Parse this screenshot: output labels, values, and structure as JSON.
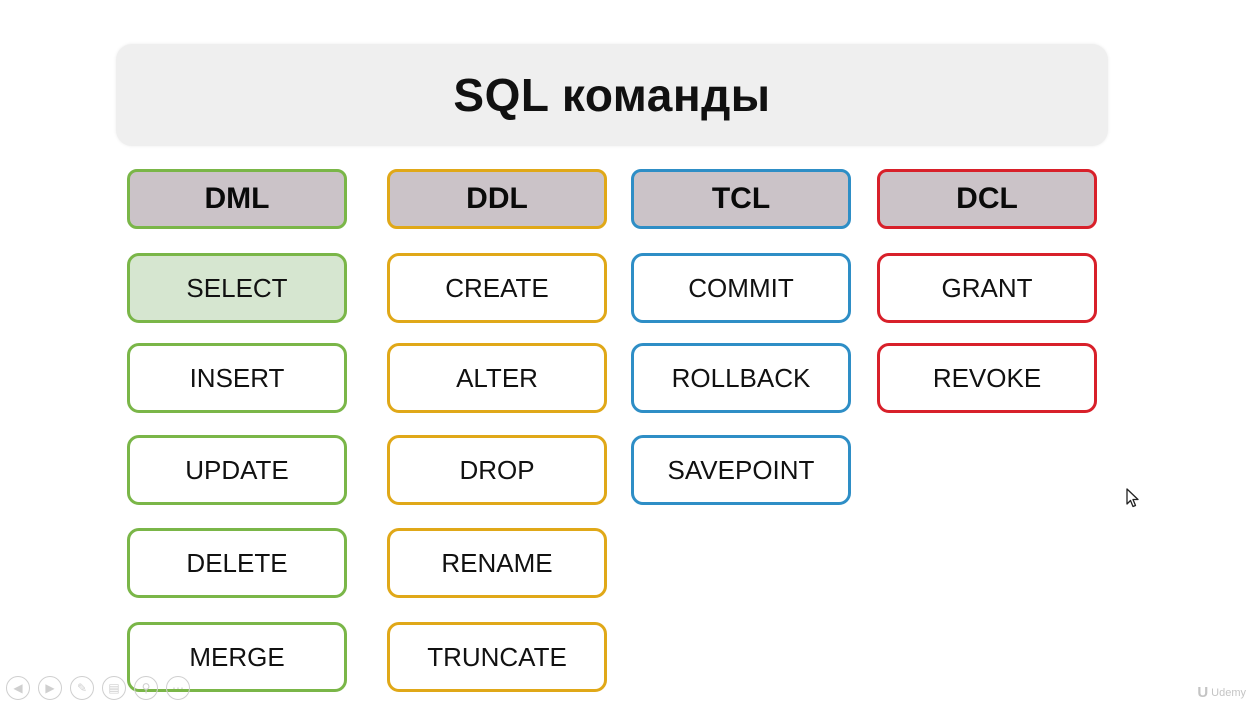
{
  "title": "SQL команды",
  "colors": {
    "dml": "#7ab648",
    "ddl": "#e0a818",
    "tcl": "#2e8ec6",
    "dcl": "#d8202a",
    "header_fill": "#cbc3c8",
    "selected_fill": "#d6e6d0"
  },
  "categories": [
    {
      "label": "DML",
      "color_key": "dml",
      "commands": [
        "SELECT",
        "INSERT",
        "UPDATE",
        "DELETE",
        "MERGE"
      ],
      "selected": "SELECT"
    },
    {
      "label": "DDL",
      "color_key": "ddl",
      "commands": [
        "CREATE",
        "ALTER",
        "DROP",
        "RENAME",
        "TRUNCATE"
      ]
    },
    {
      "label": "TCL",
      "color_key": "tcl",
      "commands": [
        "COMMIT",
        "ROLLBACK",
        "SAVEPOINT"
      ]
    },
    {
      "label": "DCL",
      "color_key": "dcl",
      "commands": [
        "GRANT",
        "REVOKE"
      ]
    }
  ],
  "controls": [
    "prev-icon",
    "next-icon",
    "pen-icon",
    "slides-icon",
    "zoom-icon",
    "more-icon"
  ],
  "watermark": {
    "logo": "U",
    "text": "Udemy"
  }
}
